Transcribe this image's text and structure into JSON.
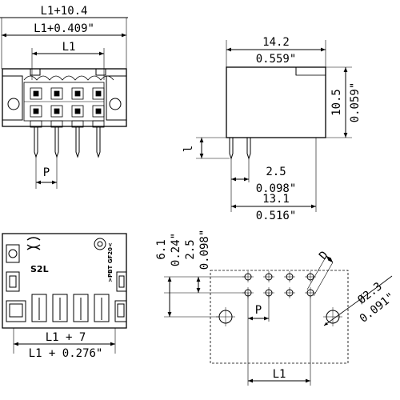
{
  "front_view": {
    "dim_overall_mm": "L1+10.4",
    "dim_overall_in": "L1+0.409\"",
    "dim_span": "L1",
    "dim_pitch": "P"
  },
  "side_view": {
    "dim_width_mm": "14.2",
    "dim_width_in": "0.559\"",
    "dim_height_mm": "10.5",
    "dim_height_in": "0.059\"",
    "dim_pin_length": "l",
    "dim_pin_pos_mm": "2.5",
    "dim_pin_pos_in": "0.098\"",
    "dim_depth_mm": "13.1",
    "dim_depth_in": "0.516\""
  },
  "bottom_view": {
    "part_label": "S2L",
    "logo_text": ">PBT GF20<",
    "dim_overall_mm": "L1 + 7",
    "dim_overall_in": "L1 + 0.276\""
  },
  "footprint_view": {
    "dim_v1_mm": "6.1",
    "dim_v1_in": "0.24\"",
    "dim_v2_mm": "2.5",
    "dim_v2_in": "0.098\"",
    "dim_hole": "D",
    "dim_peg_mm": "Ø2.3",
    "dim_peg_in": "0.091\"",
    "dim_pitch": "P",
    "dim_span": "L1"
  }
}
